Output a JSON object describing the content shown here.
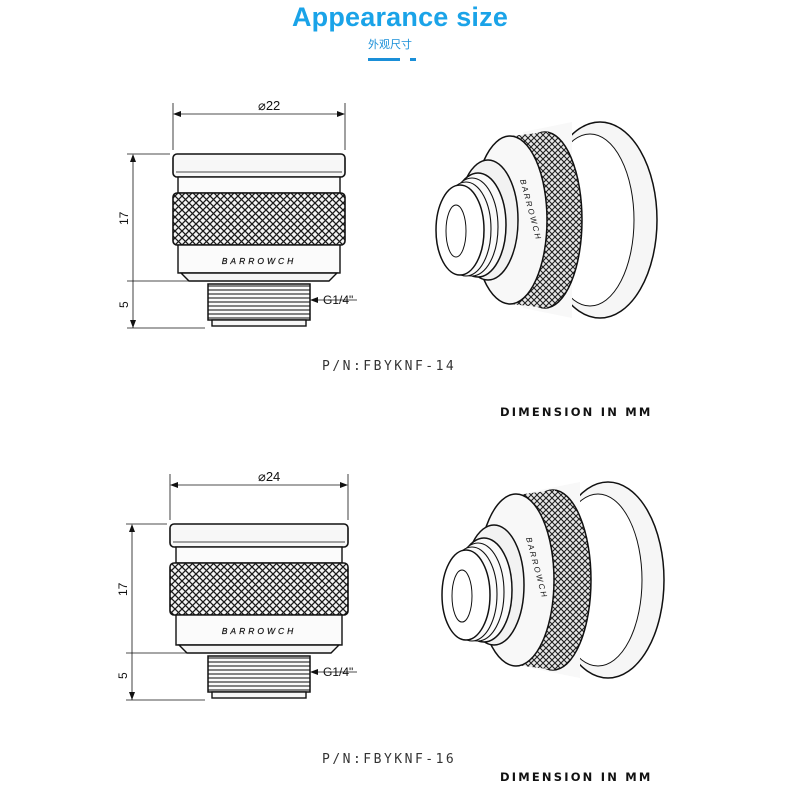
{
  "header": {
    "title": "Appearance size",
    "subtitle": "外观尺寸"
  },
  "products": [
    {
      "part_number": "P/N:FBYKNF-14",
      "diameter_label": "⌀22",
      "height_label": "17",
      "thread_length_label": "5",
      "thread_label": "G1/4\"",
      "brand_mark": "BARROWCH",
      "unit_note": "DIMENSION IN MM"
    },
    {
      "part_number": "P/N:FBYKNF-16",
      "diameter_label": "⌀24",
      "height_label": "17",
      "thread_length_label": "5",
      "thread_label": "G1/4\"",
      "brand_mark": "BARROWCH",
      "unit_note": "DIMENSION IN MM"
    }
  ],
  "colors": {
    "accent": "#1aa3e8",
    "line": "#111111"
  }
}
